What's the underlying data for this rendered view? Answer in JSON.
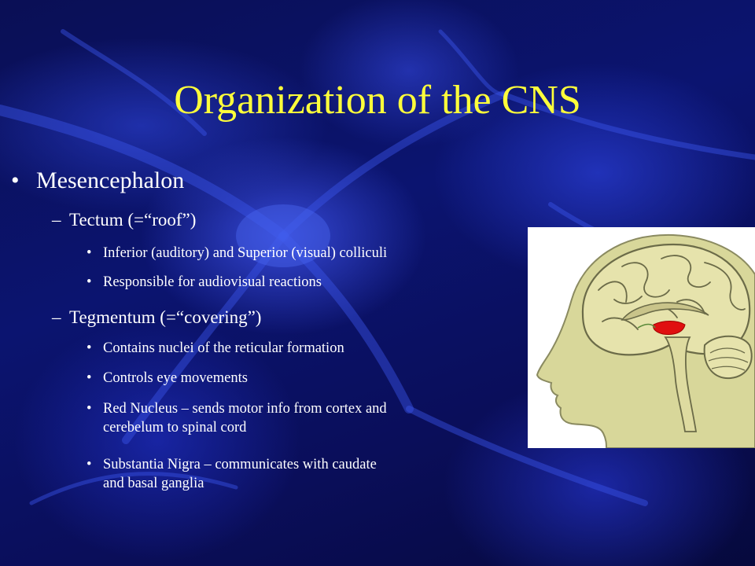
{
  "slide": {
    "title": "Organization of the CNS",
    "main_item": "Mesencephalon",
    "tectum": {
      "heading": "Tectum (=“roof”)",
      "points": [
        "Inferior (auditory) and Superior (visual) colliculi",
        "Responsible for audiovisual reactions"
      ]
    },
    "tegmentum": {
      "heading": "Tegmentum  (=“covering”)",
      "points": [
        "Contains nuclei of the reticular formation",
        "Controls eye movements",
        "Red Nucleus – sends motor info from cortex and",
        "cerebelum to spinal cord",
        "Substantia Nigra – communicates with caudate",
        "and basal ganglia"
      ]
    },
    "bullet_l1": "•",
    "bullet_l2": "–",
    "bullet_l3": "•"
  },
  "colors": {
    "title": "#ffff3a",
    "text": "#ffffff",
    "background": "#0b1470",
    "head_fill": "#d8d79a",
    "red_nucleus": "#e01010"
  },
  "image": {
    "icon": "brain-sagittal-diagram-icon"
  }
}
